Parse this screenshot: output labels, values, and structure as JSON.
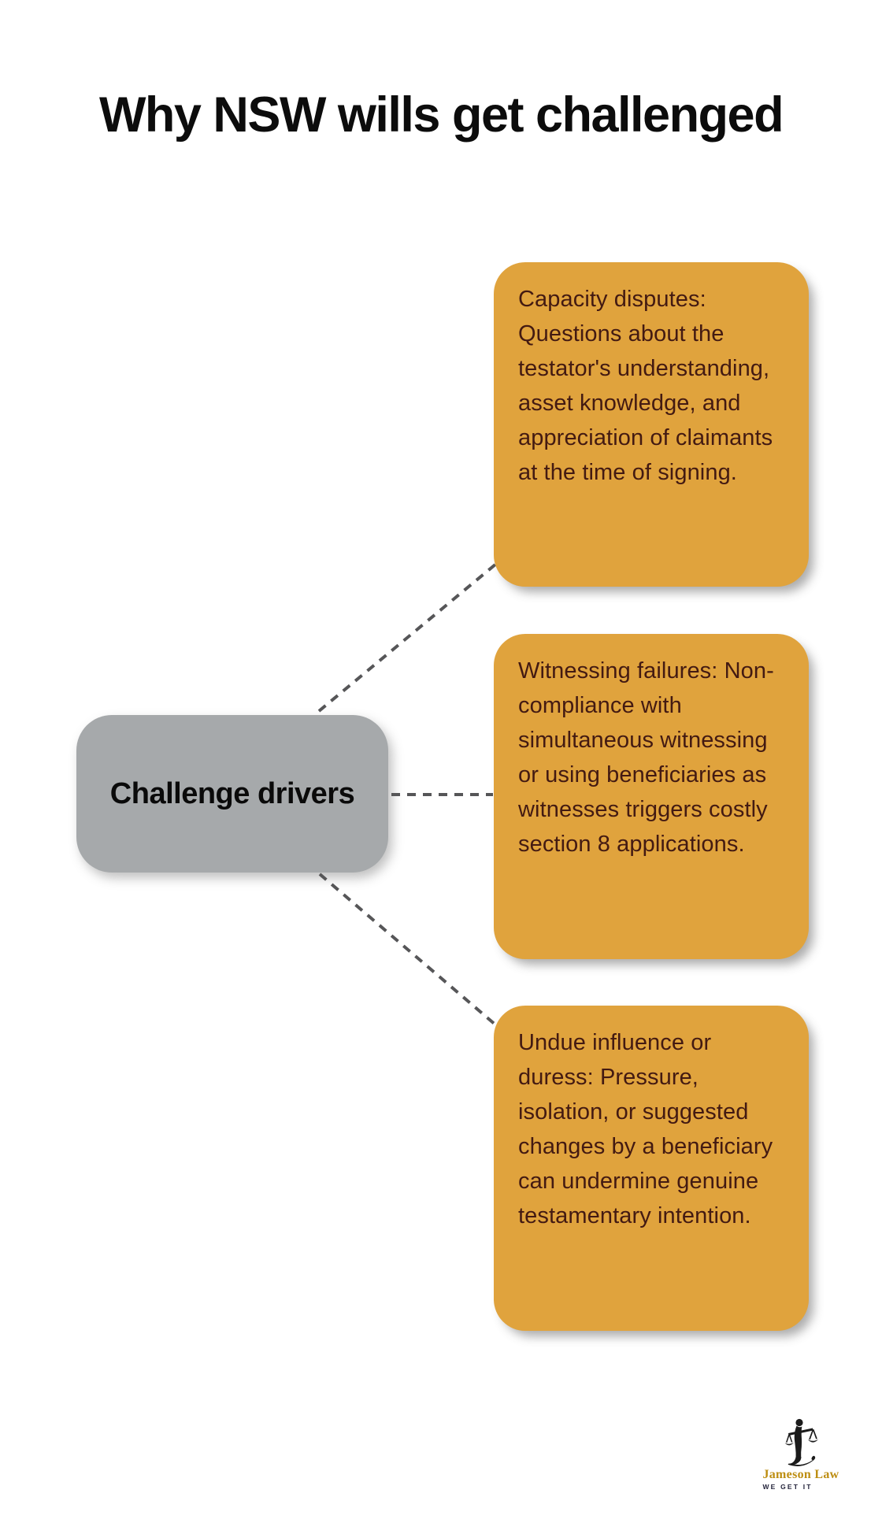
{
  "title": "Why NSW wills get challenged",
  "center_node": {
    "label": "Challenge drivers"
  },
  "branches": [
    {
      "id": "capacity",
      "text": "Capacity disputes: Questions about the testator's understanding, asset knowledge, and appreciation of claimants at the time of signing."
    },
    {
      "id": "witnessing",
      "text": "Witnessing failures: Non-compliance with simultaneous witnessing or using beneficiaries as witnesses triggers costly section 8 applications."
    },
    {
      "id": "undue-influence",
      "text": "Undue influence or duress: Pressure, isolation, or suggested changes by a beneficiary can undermine genuine testamentary intention."
    }
  ],
  "logo": {
    "name": "Jameson Law",
    "tagline": "WE GET IT"
  },
  "colors": {
    "branch_background": "#e0a33d",
    "branch_text": "#431a12",
    "node_background": "#a6a9ab",
    "node_text": "#0a0a0a",
    "connector": "#565658",
    "title_text": "#0c0c0c",
    "logo_gold": "#bd8e12",
    "logo_dark": "#23233a"
  }
}
